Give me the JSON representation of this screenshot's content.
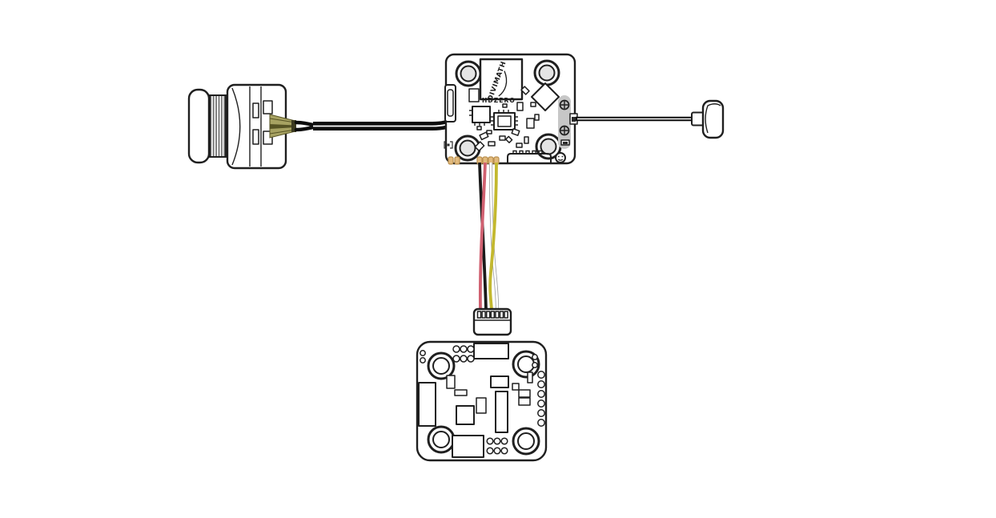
{
  "labels": {
    "vtx_chip": "DIVIMATH",
    "vtx_board": "HDZERO"
  },
  "colors": {
    "line": "#1f1f1f",
    "cable": "#0d0d0d",
    "shield-gray": "#c7c7c7",
    "screw-gray": "#bdbdbd",
    "hole-gray": "#e4e4e4",
    "pad-tan": "#e2ba7d",
    "pad-edge": "#b98f4e",
    "olive": "#a7a262",
    "olive-dark": "#565324",
    "wire-black": "#1a1a1a",
    "wire-red": "#d06070",
    "wire-white": "#ffffff",
    "wire-white-edge": "#9c9c9c",
    "wire-yellow": "#c3b82f"
  },
  "components": {
    "camera": "fpv-camera",
    "camera_cable": "camera-cable",
    "vtx": "hdzero-vtx-board",
    "antenna": "antenna",
    "antenna_cable": "antenna-coax-cable",
    "harness": "four-wire-harness",
    "harness_wires": [
      "black",
      "red",
      "white",
      "yellow"
    ],
    "harness_connector": "jst-connector",
    "flight_controller": "flight-controller-board"
  }
}
